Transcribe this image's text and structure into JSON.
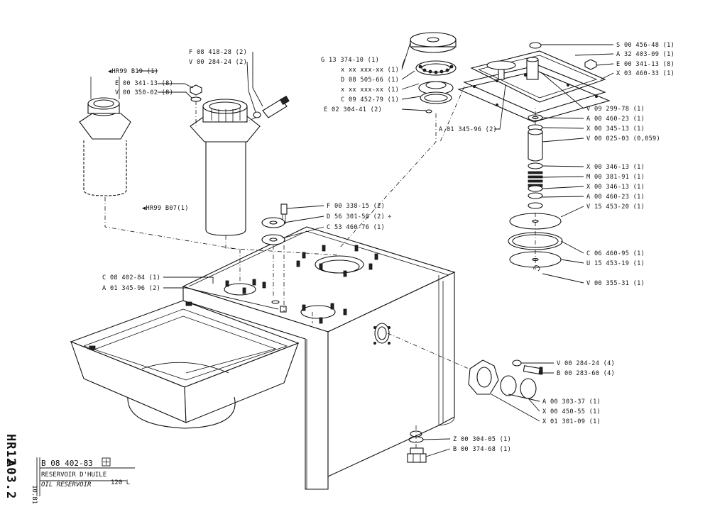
{
  "labels": {
    "hr99_b19": "HR99 B19 (1)",
    "e_00_341_13_8_left": "E 00 341-13 (8)",
    "v_00_350_02_8": "V 00 350-02 (8)",
    "f_08_418_28": "F 08 418-28 (2)",
    "v_00_284_24_2": "V 00 284-24 (2)",
    "hr99_b07": "HR99 B07(1)",
    "g_13_374_10": "G 13 374-10 (1)",
    "xx_1": "x xx xxx-xx (1)",
    "d_08_505_66": "D 08 505-66 (1)",
    "xx_2": "x xx xxx-xx (1)",
    "c_09_452_79": "C 09 452-79 (1)",
    "e_02_304_41": "E 02 304-41 (2)",
    "a_01_345_96_top": "A 01 345-96 (2)",
    "s_00_456_48": "S 00 456-48 (1)",
    "a_32_403_09": "A 32 403-09 (1)",
    "e_00_341_13_8_right": "E 00 341-13 (8)",
    "x_03_460_33": "X 03 460-33 (1)",
    "v_09_299_78": "V 09 299-78 (1)",
    "a_00_460_23_a": "A 00 460-23 (1)",
    "x_00_345_13": "X 00 345-13 (1)",
    "v_00_025_03": "V 00 025-03 (0,059)",
    "x_00_346_13_a": "X 00 346-13 (1)",
    "m_00_381_91": "M 00 381-91 (1)",
    "x_00_346_13_b": "X 00 346-13 (1)",
    "a_00_460_23_b": "A 00 460-23 (1)",
    "v_15_453_20": "V 15 453-20 (1)",
    "c_06_460_95": "C 06 460-95 (1)",
    "u_15_453_19": "U 15 453-19 (1)",
    "v_00_355_31": "V 00 355-31 (1)",
    "f_00_338_15": "F 00 338-15 (2)",
    "d_56_301_50": "D 56 301-50 (2)",
    "c_53_460_76": "C 53 460-76 (1)",
    "c_08_402_84": "C 08 402-84 (1)",
    "a_01_345_96_left": "A 01 345-96 (2)",
    "v_00_284_24_4": "V 00 284-24 (4)",
    "b_00_283_60": "B 00 283-60 (4)",
    "a_00_303_37": "A 00 303-37 (1)",
    "x_00_450_55": "X 00 450-55 (1)",
    "x_01_301_09": "X 01 301-09 (1)",
    "z_00_304_05": "Z 00 304-05 (1)",
    "b_00_374_68": "B 00 374-68 (1)"
  },
  "title_block": {
    "part_number": "B 08 402-83",
    "revision_symbol": "⊞",
    "date_code": "10.81",
    "title_fr": "RESERVOIR D'HUILE",
    "title_en": "OIL RESERVOIR",
    "capacity": "120 L",
    "side_code_1": "HR12",
    "side_code_2": "A03.2"
  }
}
